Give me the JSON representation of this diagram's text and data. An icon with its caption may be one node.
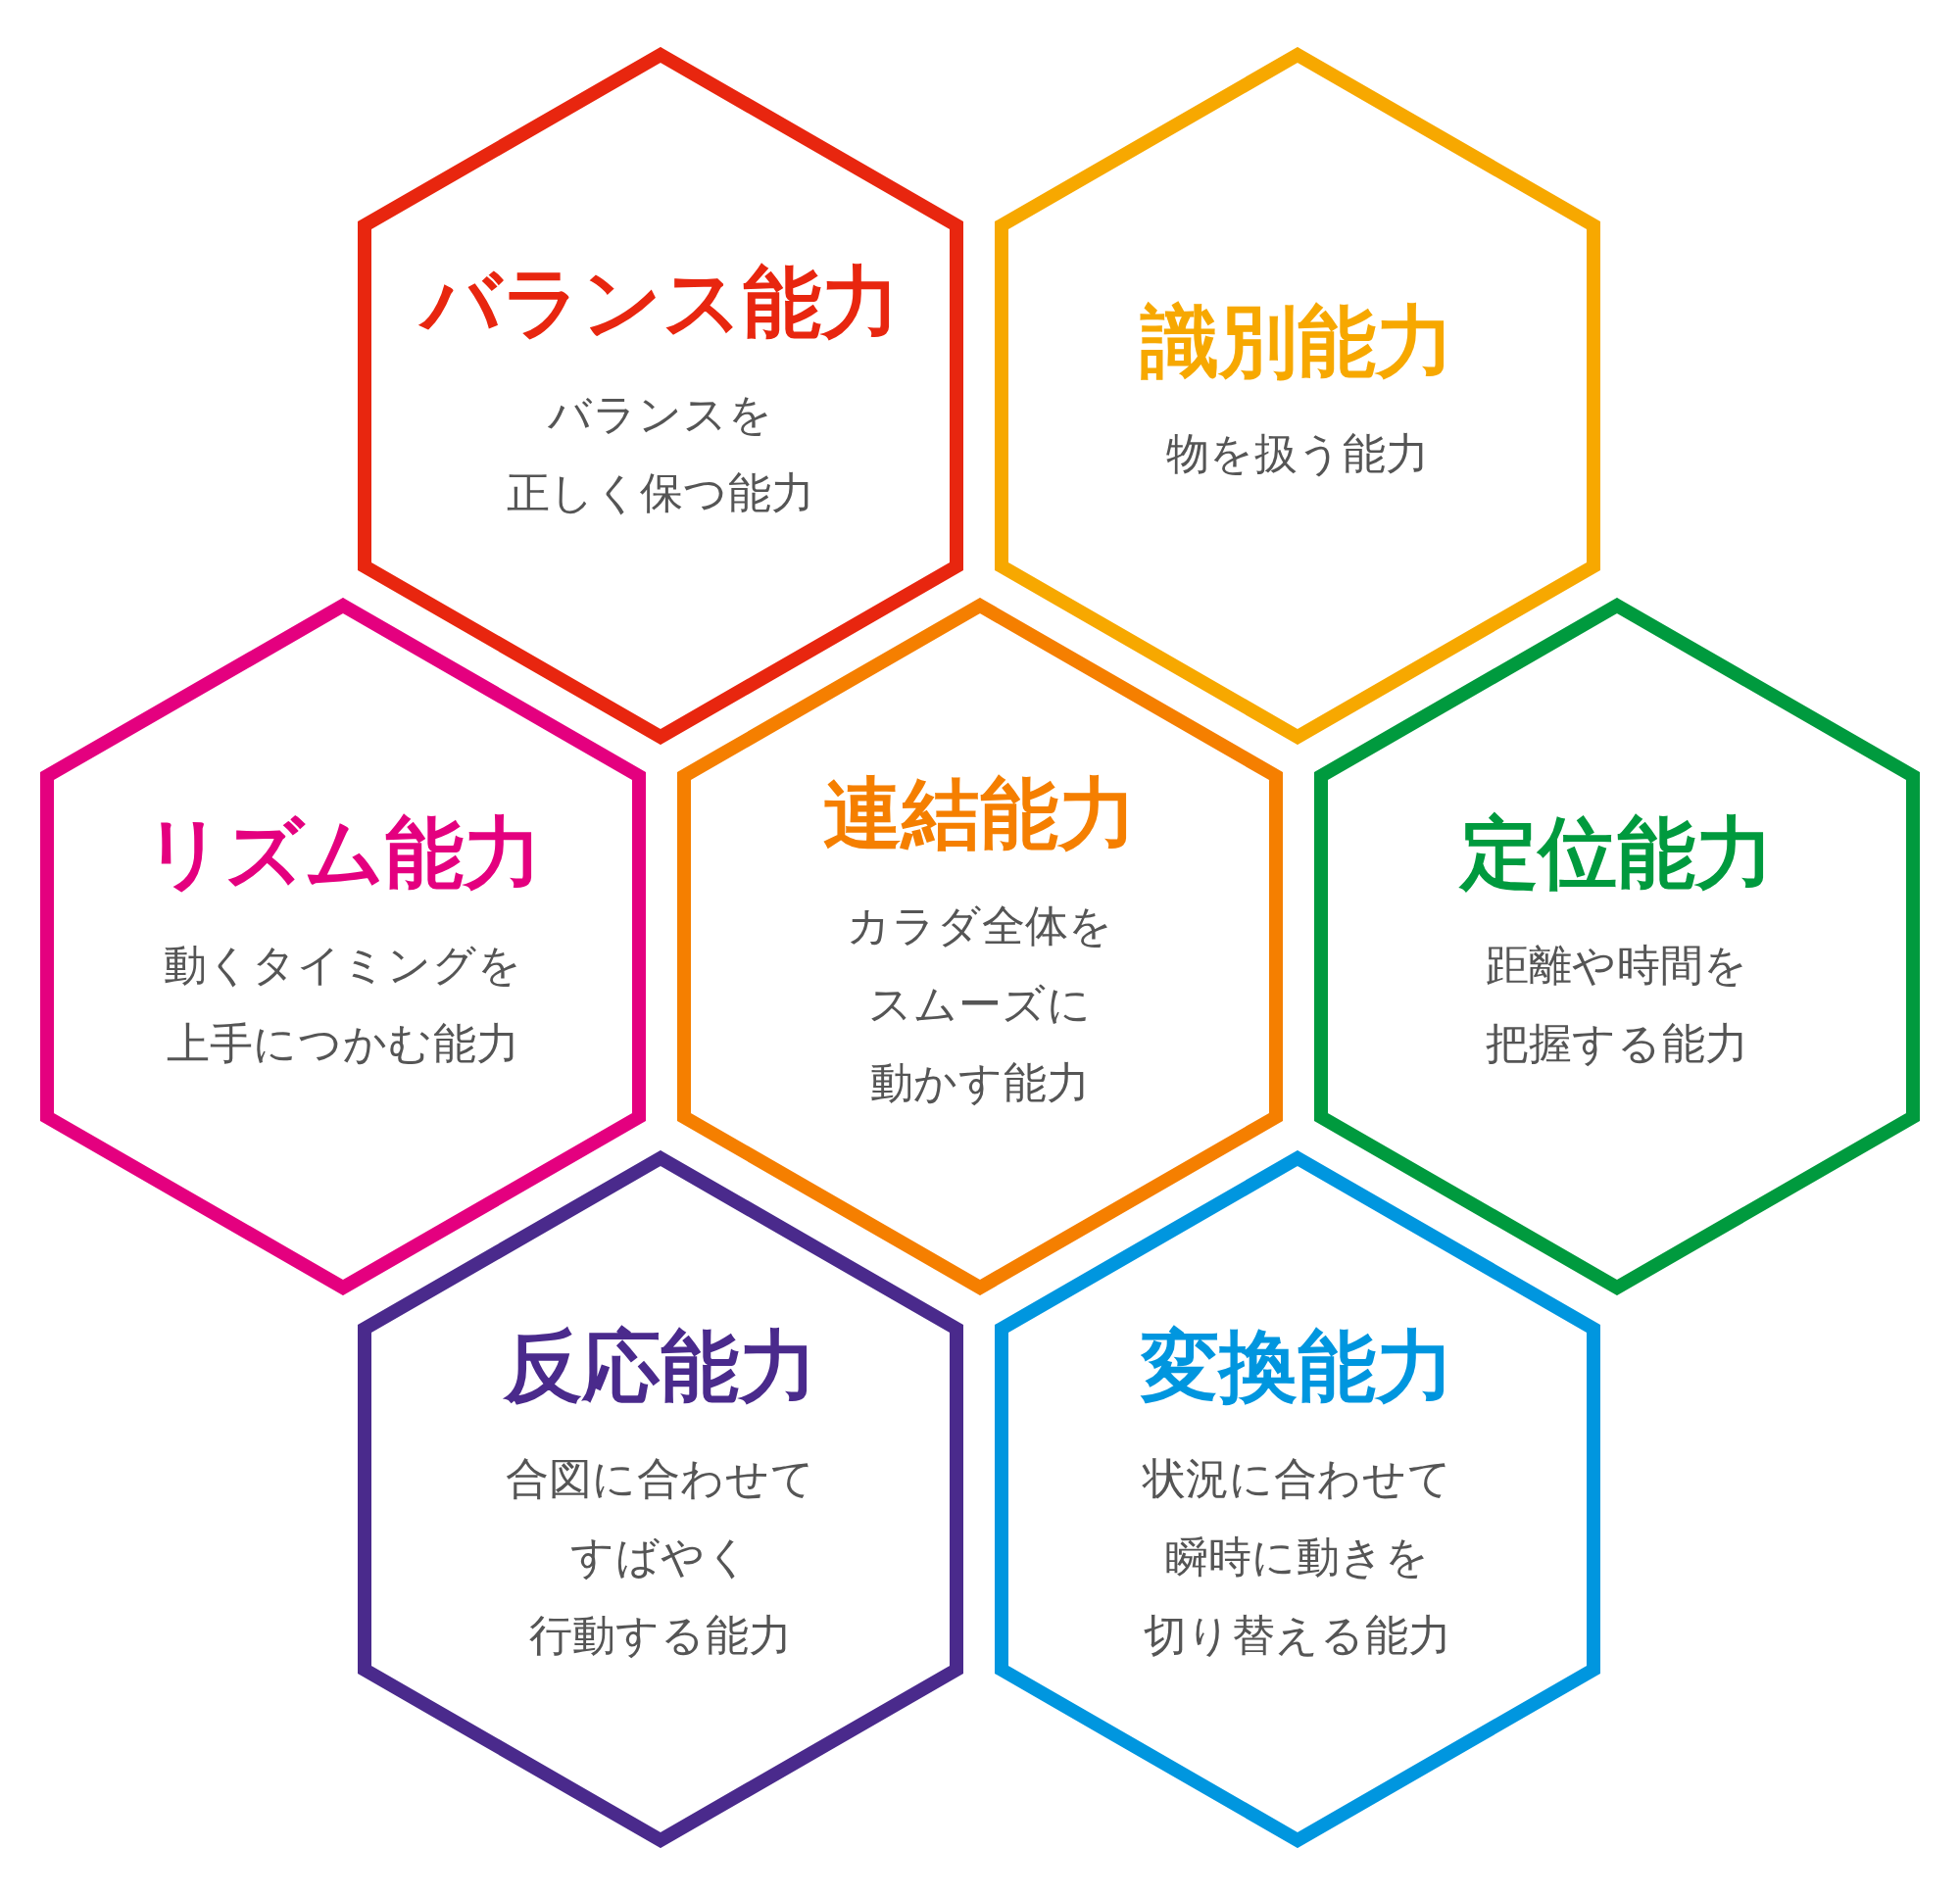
{
  "diagram": {
    "nodes": [
      {
        "text": [
          "バランス能力",
          "バランスを正しく保つ能力"
        ]
      },
      {
        "text": [
          "識別能力",
          "物を扱う能力"
        ]
      },
      {
        "text": [
          "リズム能力",
          "動くタイミングを上手につかむ能力"
        ]
      },
      {
        "text": [
          "連結能力",
          "カラダ全体をスムーズに動かす能力"
        ]
      },
      {
        "text": [
          "定位能力",
          "距離や時間を把握する能力"
        ]
      },
      {
        "text": [
          "反応能力",
          "合図に合わせてすばやく行動する能力"
        ]
      },
      {
        "text": [
          "変換能力",
          "状況に合わせて瞬時に動きを切り替える能力"
        ]
      }
    ]
  }
}
